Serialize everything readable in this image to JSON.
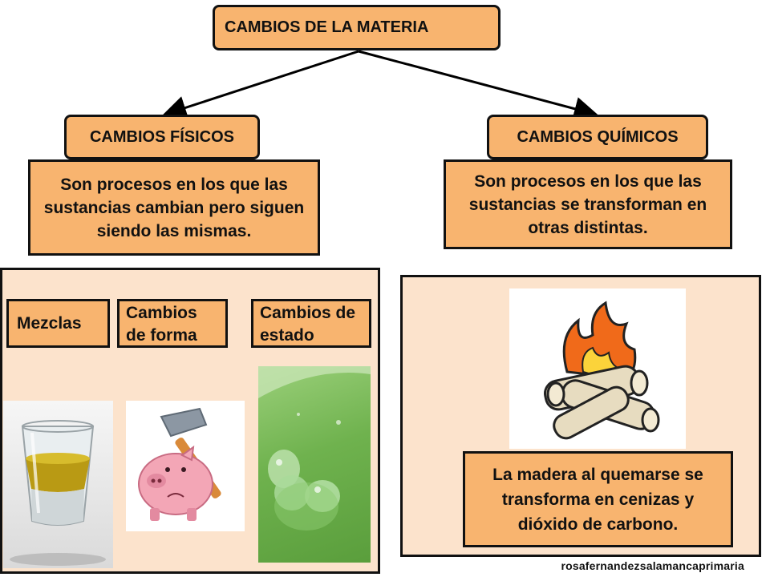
{
  "title": "CAMBIOS DE LA MATERIA",
  "left": {
    "heading": "CAMBIOS FÍSICOS",
    "definition": "Son procesos en los que las sustancias cambian pero siguen siendo las mismas.",
    "categories": [
      "Mezclas",
      "Cambios de forma",
      "Cambios de estado"
    ]
  },
  "right": {
    "heading": "CAMBIOS QUÍMICOS",
    "definition": "Son procesos en los que las sustancias se transforman en otras distintas.",
    "example": "La madera al quemarse se transforma en cenizas y dióxido de carbono."
  },
  "credit": "rosafernandezsalamancaprimaria",
  "colors": {
    "box": "#f8b46f",
    "panel": "#fce3cc",
    "border": "#111111"
  }
}
